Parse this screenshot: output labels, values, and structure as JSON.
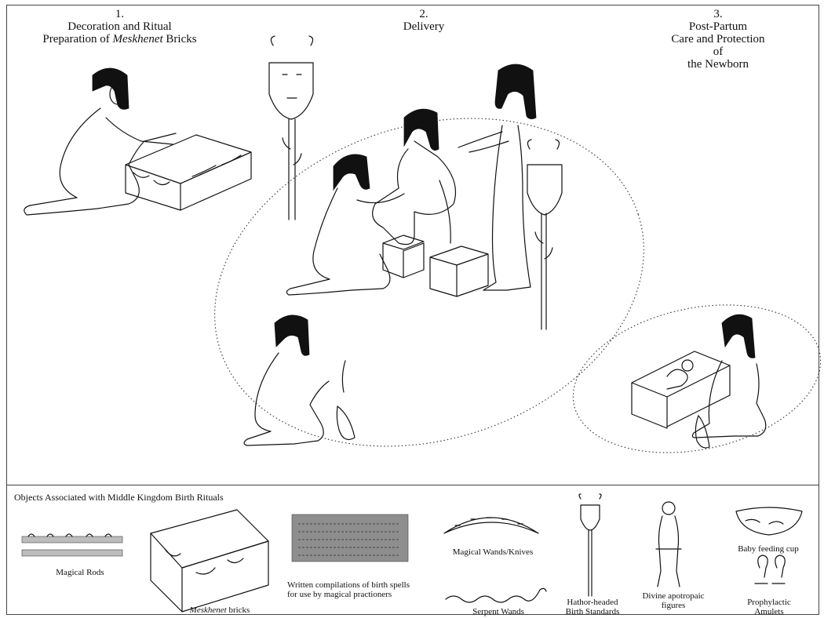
{
  "stages": [
    {
      "number": "1.",
      "lines": [
        "Decoration and Ritual"
      ],
      "line2_pre": "Preparation of ",
      "line2_em": "Meskhenet",
      "line2_post": " Bricks"
    },
    {
      "number": "2.",
      "lines": [
        "Delivery"
      ]
    },
    {
      "number": "3.",
      "lines": [
        "Post-Partum",
        "Care and Protection",
        "of",
        "the Newborn"
      ]
    }
  ],
  "objects": {
    "heading": "Objects Associated with Middle Kingdom Birth Rituals",
    "magical_rods": "Magical Rods",
    "bricks_em": "Meskhenet",
    "bricks_post": " bricks",
    "spells": [
      "Written compilations of birth spells",
      "for use by magical practioners"
    ],
    "wands_knives": "Magical Wands/Knives",
    "serpent_wands": "Serpent Wands",
    "standards": [
      "Hathor-headed",
      "Birth Standards"
    ],
    "figures": [
      "Divine apotropaic",
      "figures"
    ],
    "feeding_cup": "Baby feeding cup",
    "amulets": [
      "Prophylactic",
      "Amulets"
    ]
  }
}
